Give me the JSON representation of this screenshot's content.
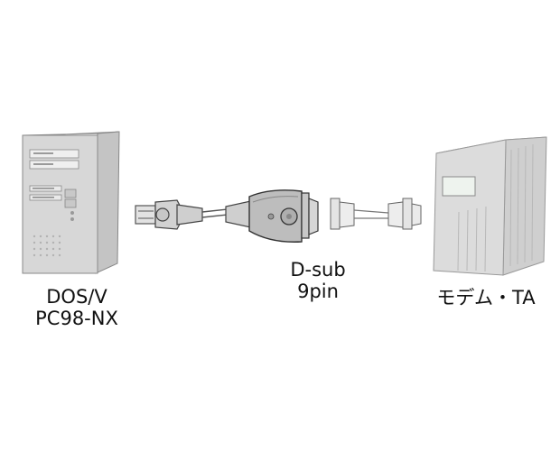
{
  "diagram": {
    "pc": {
      "line1": "DOS/V",
      "line2": "PC98-NX"
    },
    "connector": {
      "line1": "D-sub",
      "line2": "9pin"
    },
    "modem": {
      "label": "モデム・TA"
    }
  }
}
